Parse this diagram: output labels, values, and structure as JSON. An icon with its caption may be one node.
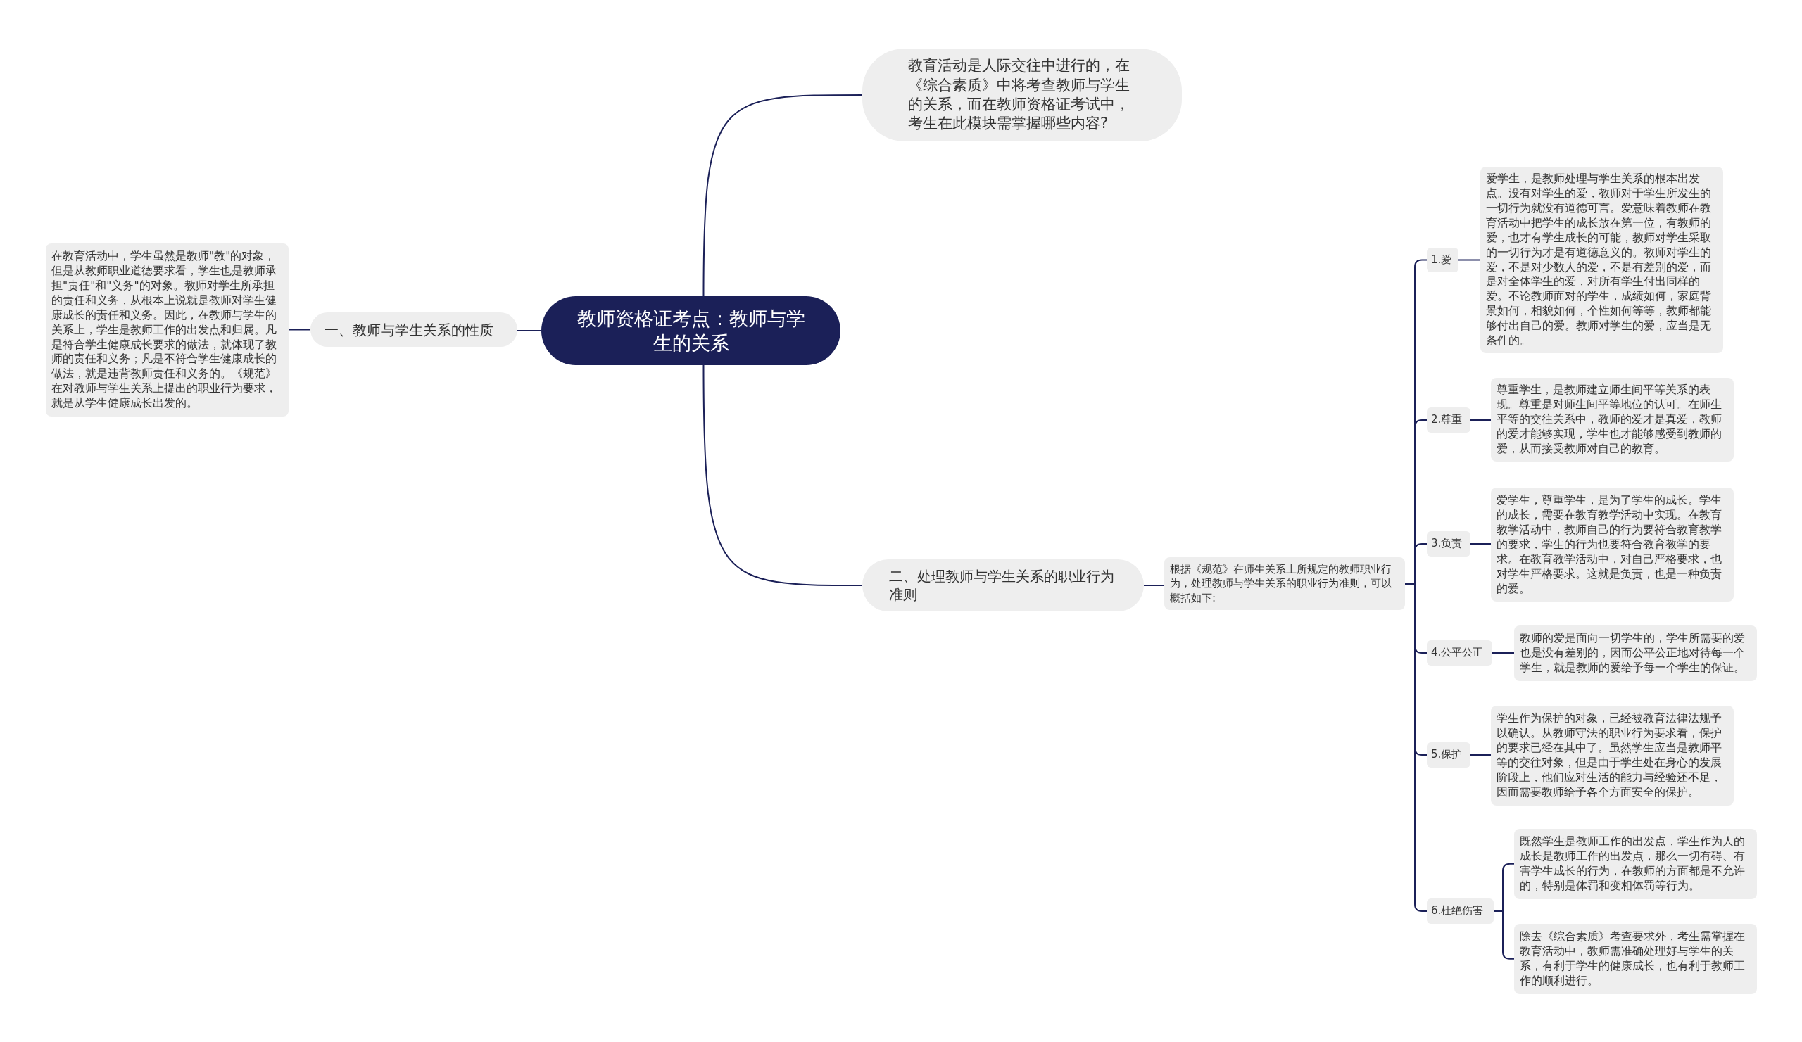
{
  "diagram": {
    "nodes": [
      {
        "text": [
          "教师资格证考点：教师与学生的关系"
        ]
      },
      {
        "text": [
          "教育活动是人际交往中进行的，在《综合素质》中将考查教师与学生的关系，而在教师资格证考试中，考生在此模块需掌握哪些内容?"
        ]
      },
      {
        "text": [
          "一、教师与学生关系的性质"
        ]
      },
      {
        "text": [
          "在教育活动中，学生虽然是教师\"教\"的对象，但是从教师职业道德要求看，学生也是教师承担\"责任\"和\"义务\"的对象。教师对学生所承担的责任和义务，从根本上说就是教师对学生健康成长的责任和义务。因此，在教师与学生的关系上，学生是教师工作的出发点和归属。凡是符合学生健康成长要求的做法，就体现了教师的责任和义务；凡是不符合学生健康成长的做法，就是违背教师责任和义务的。《规范》在对教师与学生关系上提出的职业行为要求，就是从学生健康成长出发的。"
        ]
      },
      {
        "text": [
          "二、处理教师与学生关系的职业行为准则"
        ]
      },
      {
        "text": [
          "根据《规范》在师生关系上所规定的教师职业行为，处理教师与学生关系的职业行为准则，可以概括如下:"
        ]
      },
      {
        "text": [
          "1.爱"
        ]
      },
      {
        "text": [
          "爱学生，是教师处理与学生关系的根本出发点。没有对学生的爱，教师对于学生所发生的一切行为就没有道德可言。爱意味着教师在教育活动中把学生的成长放在第一位，有教师的爱，也才有学生成长的可能，教师对学生采取的一切行为才是有道德意义的。教师对学生的爱，不是对少数人的爱，不是有差别的爱，而是对全体学生的爱，对所有学生付出同样的爱。不论教师面对的学生，成绩如何，家庭背景如何，相貌如何，个性如何等等，教师都能够付出自己的爱。教师对学生的爱，应当是无条件的。"
        ]
      },
      {
        "text": [
          "2.尊重"
        ]
      },
      {
        "text": [
          "尊重学生，是教师建立师生间平等关系的表现。尊重是对师生间平等地位的认可。在师生平等的交往关系中，教师的爱才是真爱，教师的爱才能够实现，学生也才能够感受到教师的爱，从而接受教师对自己的教育。"
        ]
      },
      {
        "text": [
          "3.负责"
        ]
      },
      {
        "text": [
          "爱学生，尊重学生，是为了学生的成长。学生的成长，需要在教育教学活动中实现。在教育教学活动中，教师自己的行为要符合教育教学的要求，学生的行为也要符合教育教学的要求。在教育教学活动中，对自己严格要求，也对学生严格要求。这就是负责，也是一种负责的爱。"
        ]
      },
      {
        "text": [
          "4.公平公正"
        ]
      },
      {
        "text": [
          "教师的爱是面向一切学生的，学生所需要的爱也是没有差别的，因而公平公正地对待每一个学生，就是教师的爱给予每一个学生的保证。"
        ]
      },
      {
        "text": [
          "5.保护"
        ]
      },
      {
        "text": [
          "学生作为保护的对象，已经被教育法律法规予以确认。从教师守法的职业行为要求看，保护的要求已经在其中了。虽然学生应当是教师平等的交往对象，但是由于学生处在身心的发展阶段上，他们应对生活的能力与经验还不足，因而需要教师给予各个方面安全的保护。"
        ]
      },
      {
        "text": [
          "6.杜绝伤害"
        ]
      },
      {
        "text": [
          "既然学生是教师工作的出发点，学生作为人的成长是教师工作的出发点，那么一切有碍、有害学生成长的行为，在教师的方面都是不允许的，特别是体罚和变相体罚等行为。"
        ]
      },
      {
        "text": [
          "除去《综合素质》考查要求外，考生需掌握在教育活动中，教师需准确处理好与学生的关系，有利于学生的健康成长，也有利于教师工作的顺利进行。"
        ]
      }
    ],
    "edges": [
      {
        "from": 0,
        "to": 1,
        "arrow": "none"
      },
      {
        "from": 0,
        "to": 2,
        "arrow": "none"
      },
      {
        "from": 2,
        "to": 3,
        "arrow": "none"
      },
      {
        "from": 0,
        "to": 4,
        "arrow": "none"
      },
      {
        "from": 4,
        "to": 5,
        "arrow": "none"
      },
      {
        "from": 5,
        "to": 6,
        "arrow": "none"
      },
      {
        "from": 5,
        "to": 8,
        "arrow": "none"
      },
      {
        "from": 5,
        "to": 10,
        "arrow": "none"
      },
      {
        "from": 5,
        "to": 12,
        "arrow": "none"
      },
      {
        "from": 5,
        "to": 14,
        "arrow": "none"
      },
      {
        "from": 5,
        "to": 16,
        "arrow": "none"
      },
      {
        "from": 6,
        "to": 7,
        "arrow": "none"
      },
      {
        "from": 8,
        "to": 9,
        "arrow": "none"
      },
      {
        "from": 10,
        "to": 11,
        "arrow": "none"
      },
      {
        "from": 12,
        "to": 13,
        "arrow": "none"
      },
      {
        "from": 14,
        "to": 15,
        "arrow": "none"
      },
      {
        "from": 16,
        "to": 17,
        "arrow": "none"
      },
      {
        "from": 16,
        "to": 18,
        "arrow": "none"
      }
    ]
  }
}
